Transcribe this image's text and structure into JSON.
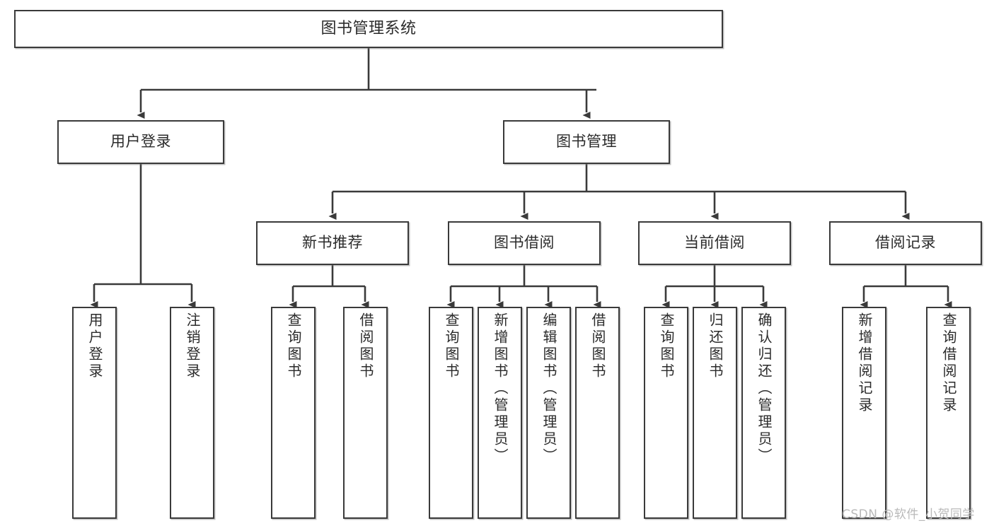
{
  "diagram": {
    "title": "图书管理系统",
    "type": "tree-hierarchy",
    "stroke_color": "#3a3a3a",
    "text_color": "#2b2b2b",
    "background": "#ffffff",
    "watermark": "CSDN @软件_小贺同学"
  },
  "nodes": {
    "root": {
      "label": "图书管理系统"
    },
    "level2": [
      {
        "id": "user-login",
        "label": "用户登录"
      },
      {
        "id": "book-manage",
        "label": "图书管理"
      }
    ],
    "level3": [
      {
        "id": "new-book-recommend",
        "label": "新书推荐"
      },
      {
        "id": "book-borrow",
        "label": "图书借阅"
      },
      {
        "id": "current-borrow",
        "label": "当前借阅"
      },
      {
        "id": "borrow-record",
        "label": "借阅记录"
      }
    ],
    "leaves": {
      "user_login": [
        {
          "id": "leaf-user-login",
          "label": "用户登录"
        },
        {
          "id": "leaf-logout",
          "label": "注销登录"
        }
      ],
      "new_book_recommend": [
        {
          "id": "leaf-query-book-1",
          "label": "查询图书"
        },
        {
          "id": "leaf-borrow-book-1",
          "label": "借阅图书"
        }
      ],
      "book_borrow": [
        {
          "id": "leaf-query-book-2",
          "label": "查询图书"
        },
        {
          "id": "leaf-add-book",
          "label": "新增图书（管理员）"
        },
        {
          "id": "leaf-edit-book",
          "label": "编辑图书（管理员）"
        },
        {
          "id": "leaf-borrow-book-2",
          "label": "借阅图书"
        }
      ],
      "current_borrow": [
        {
          "id": "leaf-query-book-3",
          "label": "查询图书"
        },
        {
          "id": "leaf-return-book",
          "label": "归还图书"
        },
        {
          "id": "leaf-confirm-return",
          "label": "确认归还（管理员）"
        }
      ],
      "borrow_record": [
        {
          "id": "leaf-add-record",
          "label": "新增借阅记录"
        },
        {
          "id": "leaf-query-record",
          "label": "查询借阅记录"
        }
      ]
    }
  }
}
